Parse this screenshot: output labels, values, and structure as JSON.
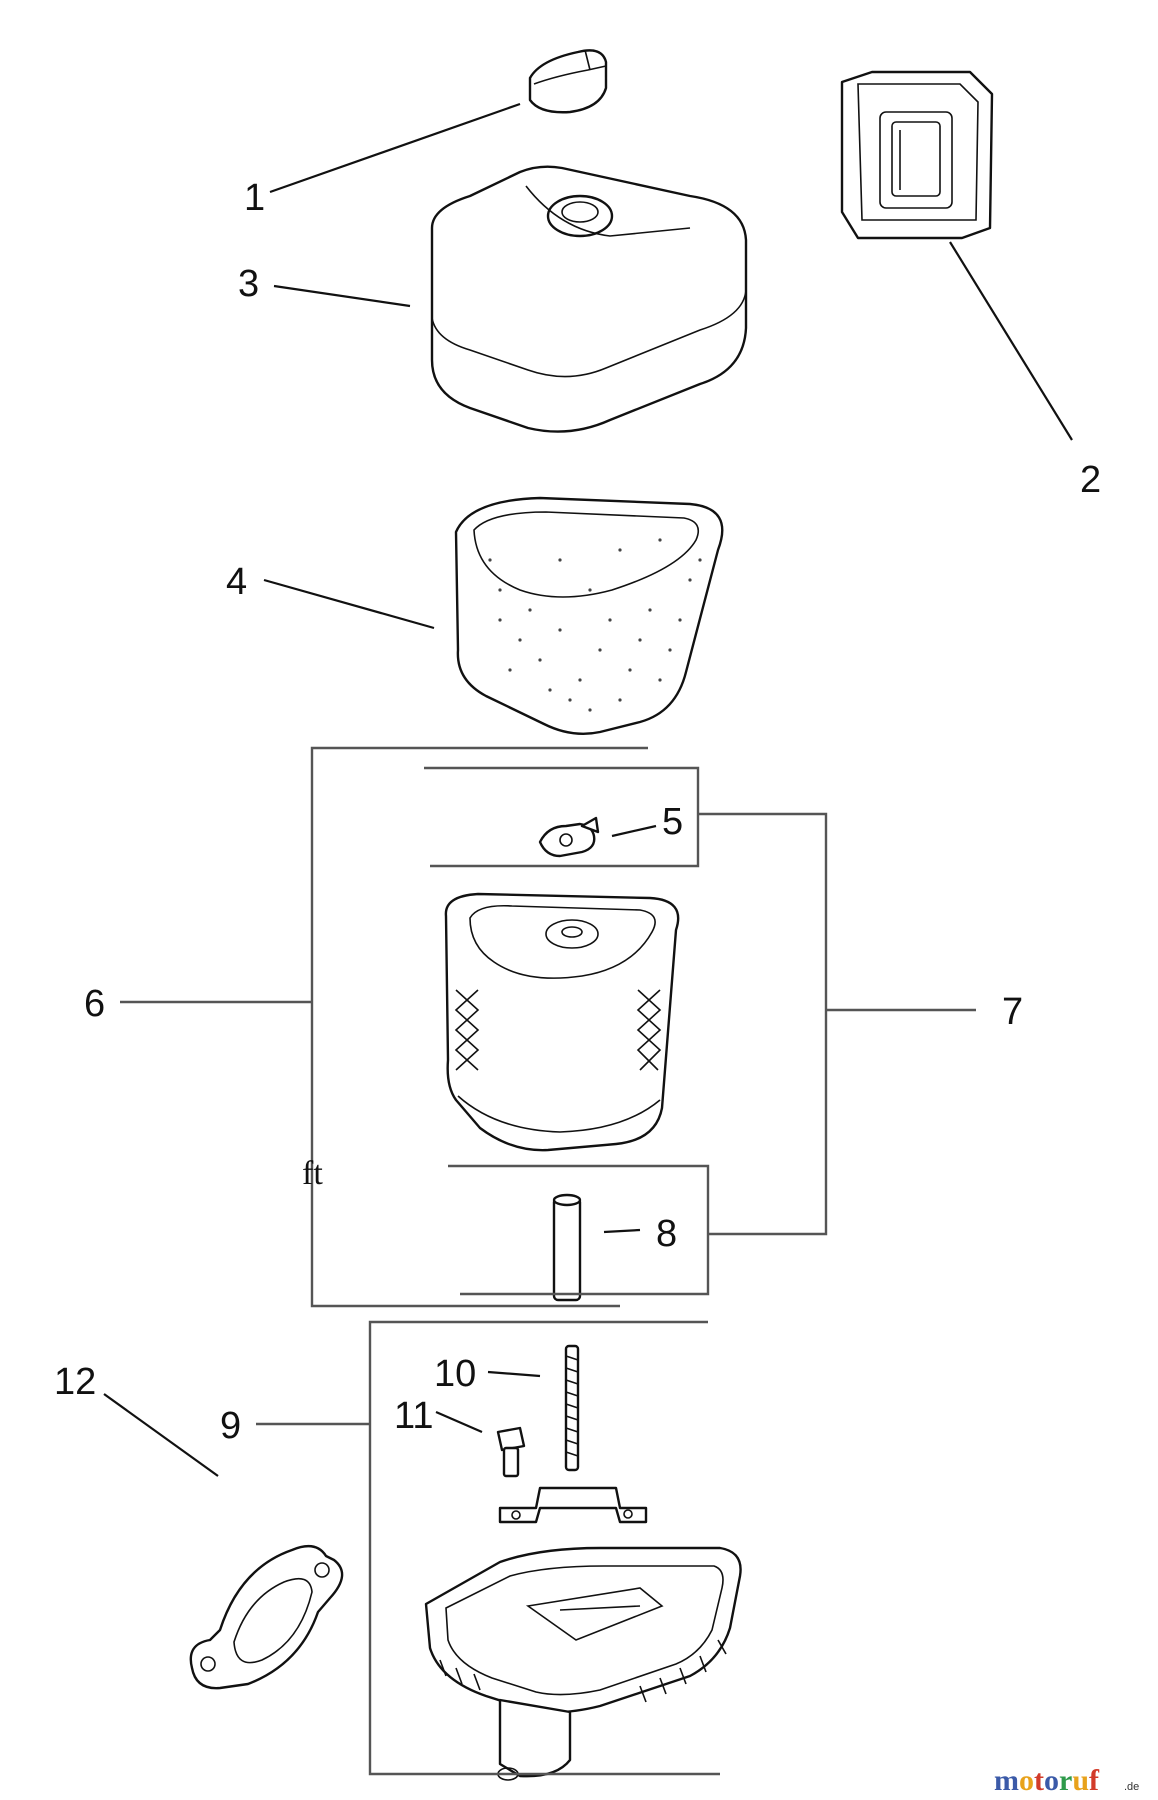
{
  "diagram": {
    "callouts": [
      {
        "id": "1",
        "label": "1"
      },
      {
        "id": "2",
        "label": "2"
      },
      {
        "id": "3",
        "label": "3"
      },
      {
        "id": "4",
        "label": "4"
      },
      {
        "id": "5",
        "label": "5"
      },
      {
        "id": "6",
        "label": "6"
      },
      {
        "id": "7",
        "label": "7"
      },
      {
        "id": "8",
        "label": "8"
      },
      {
        "id": "9",
        "label": "9"
      },
      {
        "id": "10",
        "label": "10"
      },
      {
        "id": "11",
        "label": "11"
      },
      {
        "id": "12",
        "label": "12"
      }
    ],
    "stray_note": "ft",
    "watermark": {
      "letters": [
        "m",
        "o",
        "t",
        "o",
        "r",
        "u",
        "f"
      ],
      "letter_colors": [
        "#3b5aa8",
        "#e8a21b",
        "#d23b2a",
        "#3b5aa8",
        "#2e9a4a",
        "#e8a21b",
        "#d23b2a"
      ],
      "suffix": ".de"
    }
  }
}
